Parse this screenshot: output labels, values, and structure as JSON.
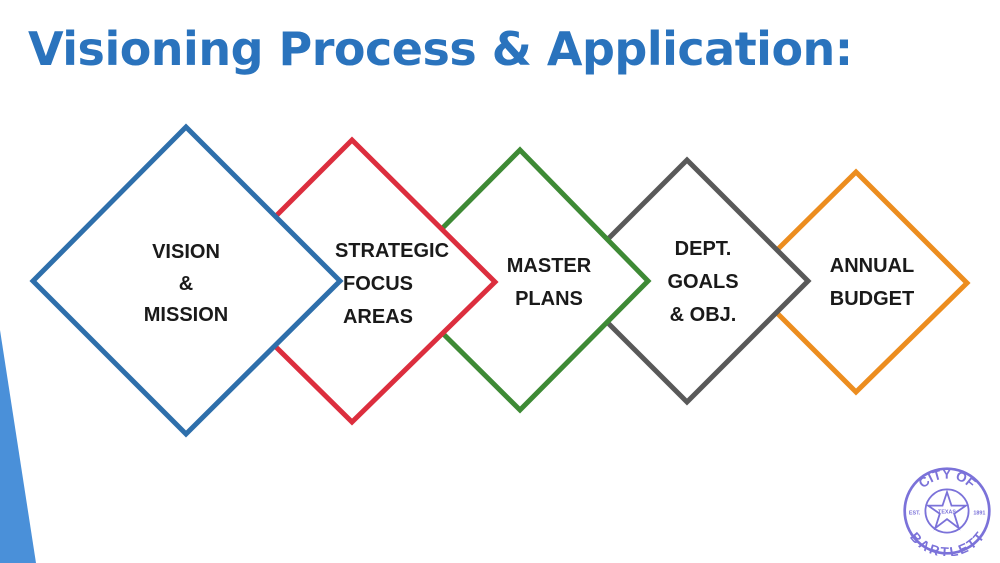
{
  "slide": {
    "title": "Visioning Process & Application:",
    "accent_color": "#2a73bd"
  },
  "steps": [
    {
      "id": "vision-mission",
      "lines": [
        "VISION",
        "&",
        "MISSION"
      ],
      "color": "#2e6fab"
    },
    {
      "id": "strategic-focus-areas",
      "lines": [
        "STRATEGIC",
        "FOCUS",
        "AREAS"
      ],
      "color": "#dc2e3e"
    },
    {
      "id": "master-plans",
      "lines": [
        "MASTER",
        "PLANS"
      ],
      "color": "#3e8a35"
    },
    {
      "id": "dept-goals-obj",
      "lines": [
        "DEPT.",
        "GOALS",
        "& OBJ."
      ],
      "color": "#595959"
    },
    {
      "id": "annual-budget",
      "lines": [
        "ANNUAL",
        "BUDGET"
      ],
      "color": "#ec8d1f"
    }
  ],
  "seal": {
    "top_text": "CITY OF",
    "bottom_text": "BARTLETT",
    "star_letters": "TEXAS",
    "left_text": "EST.",
    "right_text": "1891",
    "color": "#7b72d9"
  }
}
